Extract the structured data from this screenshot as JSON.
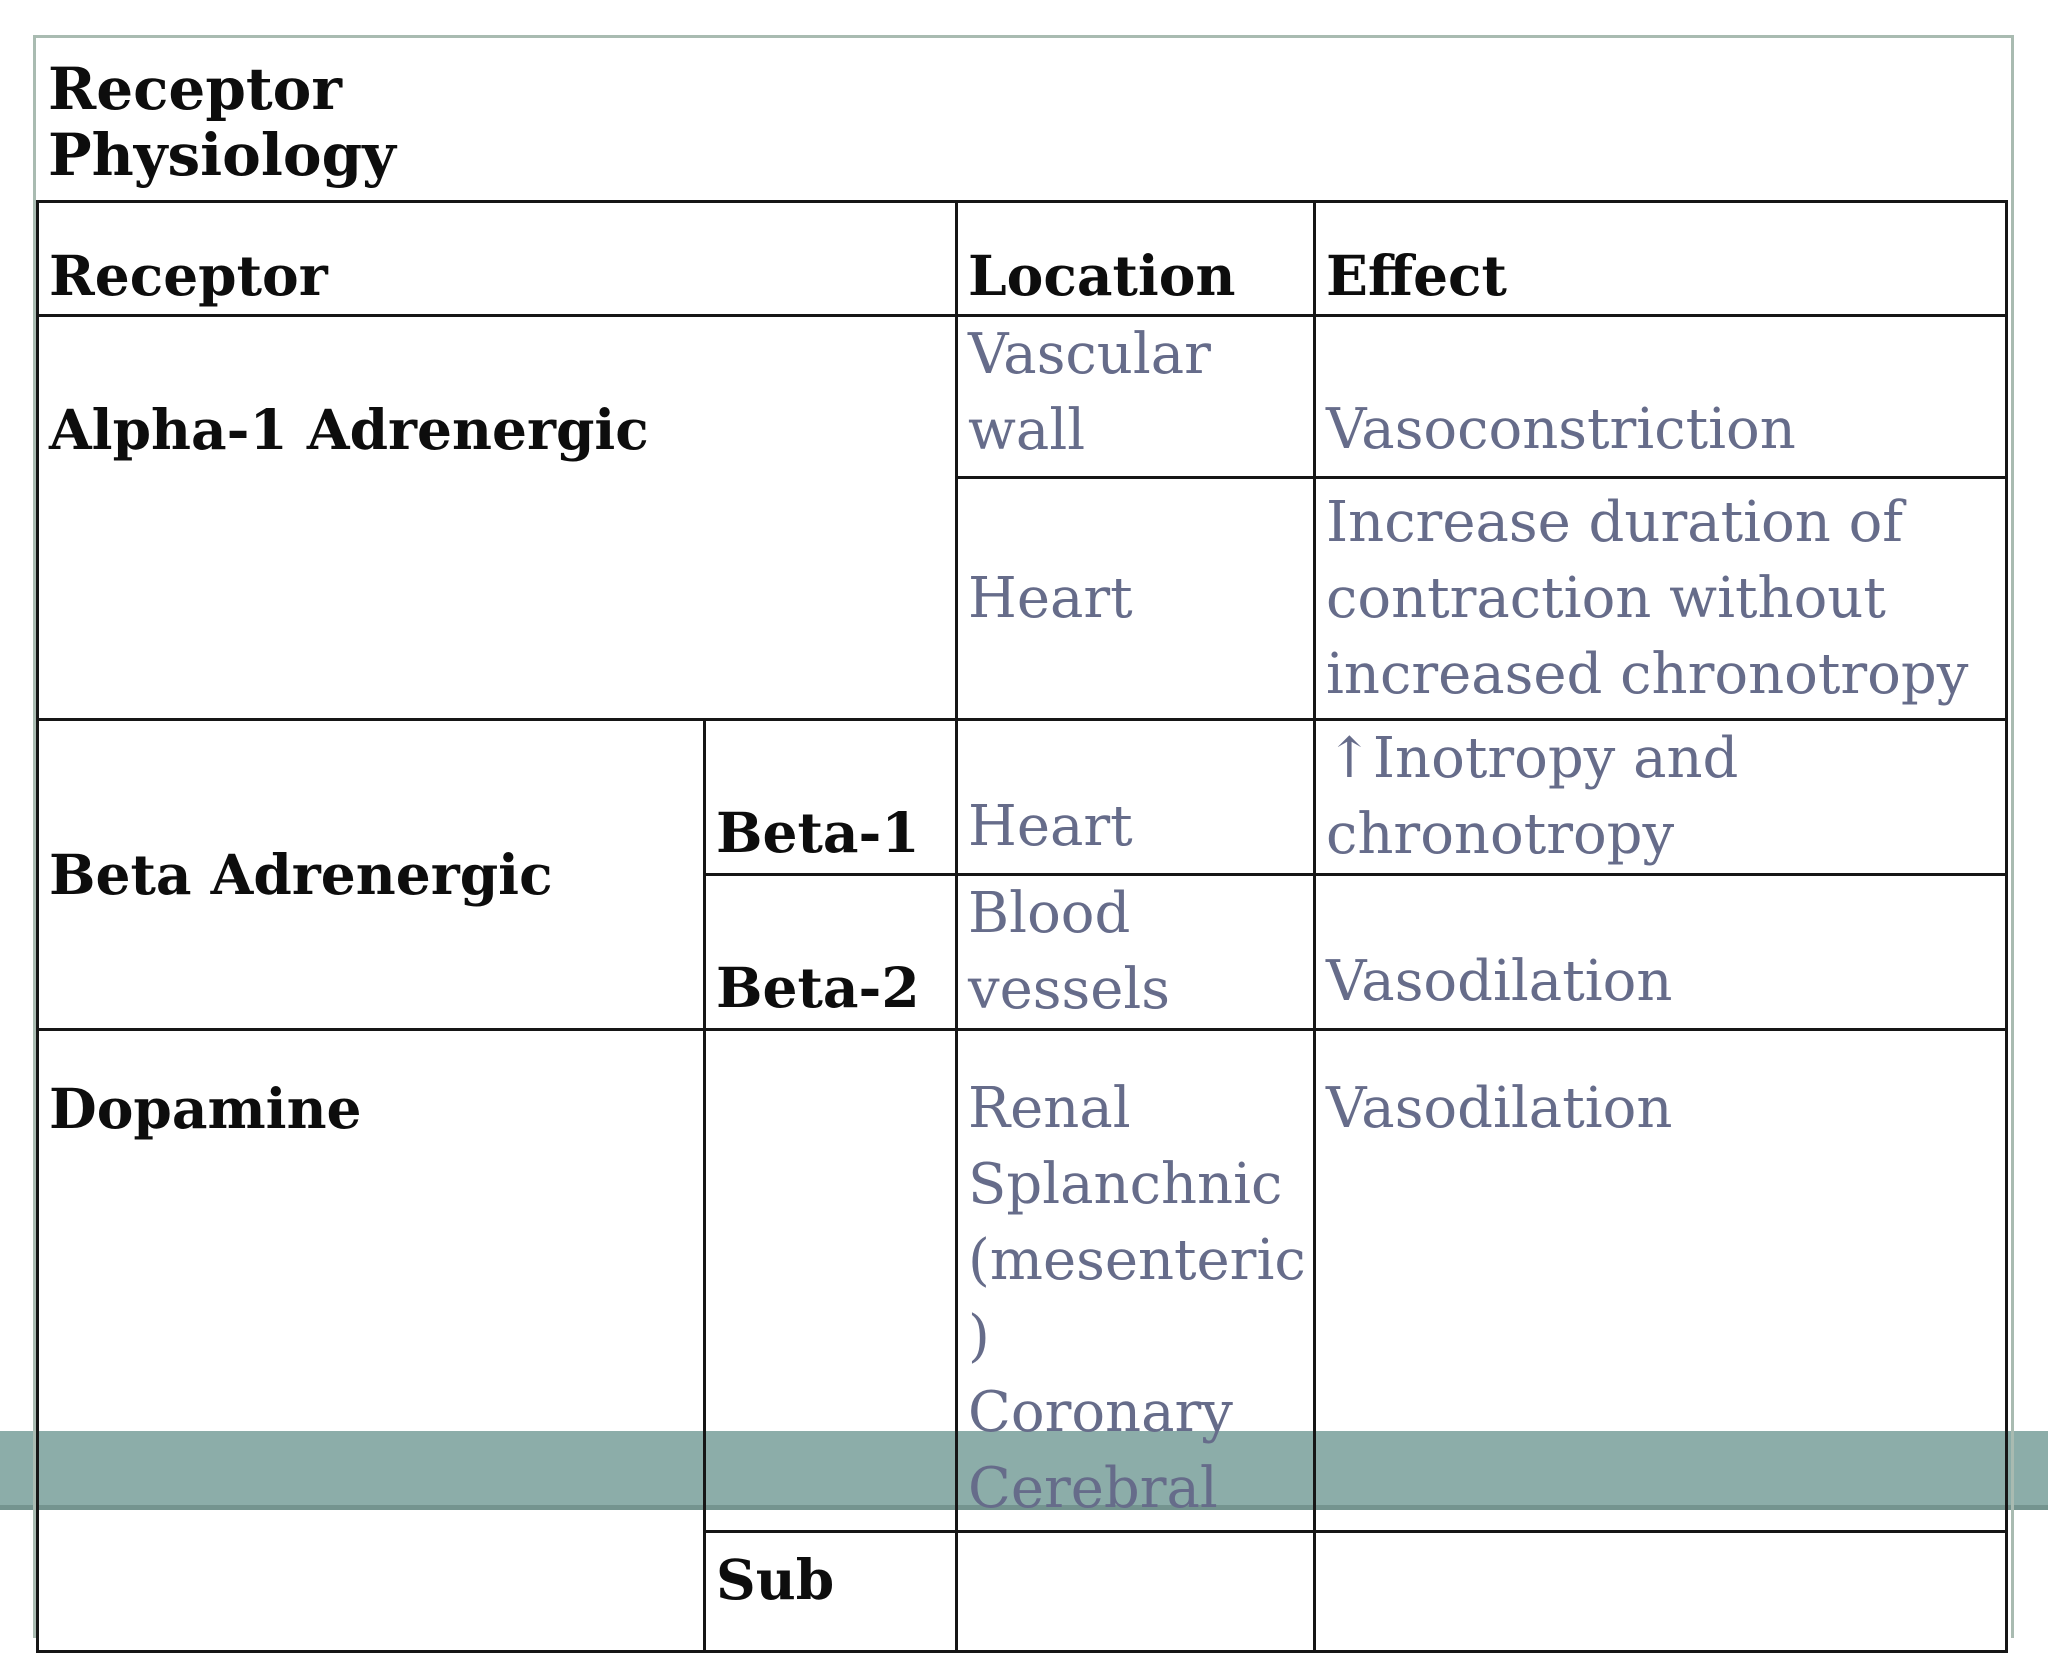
{
  "title": "Receptor\nPhysiology",
  "columns": {
    "receptor": "Receptor",
    "location": "Location",
    "effect": "Effect"
  },
  "rows": [
    {
      "receptor": "Alpha-1 Adrenergic",
      "entries": [
        {
          "location": "Vascular\nwall",
          "effect": "Vasoconstriction"
        },
        {
          "location": "Heart",
          "effect": "Increase duration of\ncontraction without\nincreased chronotropy"
        }
      ]
    },
    {
      "receptor": "Beta Adrenergic",
      "entries": [
        {
          "subtype": "Beta-1",
          "location": "Heart",
          "effect": "↑Inotropy and\nchronotropy"
        },
        {
          "subtype": "Beta-2",
          "location": "Blood\nvessels",
          "effect": "Vasodilation"
        }
      ]
    },
    {
      "receptor": "Dopamine",
      "entries": [
        {
          "subtype": "",
          "location": "Renal\nSplanchnic\n(mesenteric\n)\nCoronary\nCerebral",
          "effect": "Vasodilation"
        }
      ]
    },
    {
      "partial_subtype": "Sub"
    }
  ],
  "highlight": {
    "color": "#8cada9",
    "edge_color": "#74948f"
  },
  "colors": {
    "cell_text": "#666c8a",
    "heading_text": "#0d0d0d",
    "table_border": "#161616",
    "outer_border": "#a9bbb1",
    "background": "#ffffff"
  }
}
